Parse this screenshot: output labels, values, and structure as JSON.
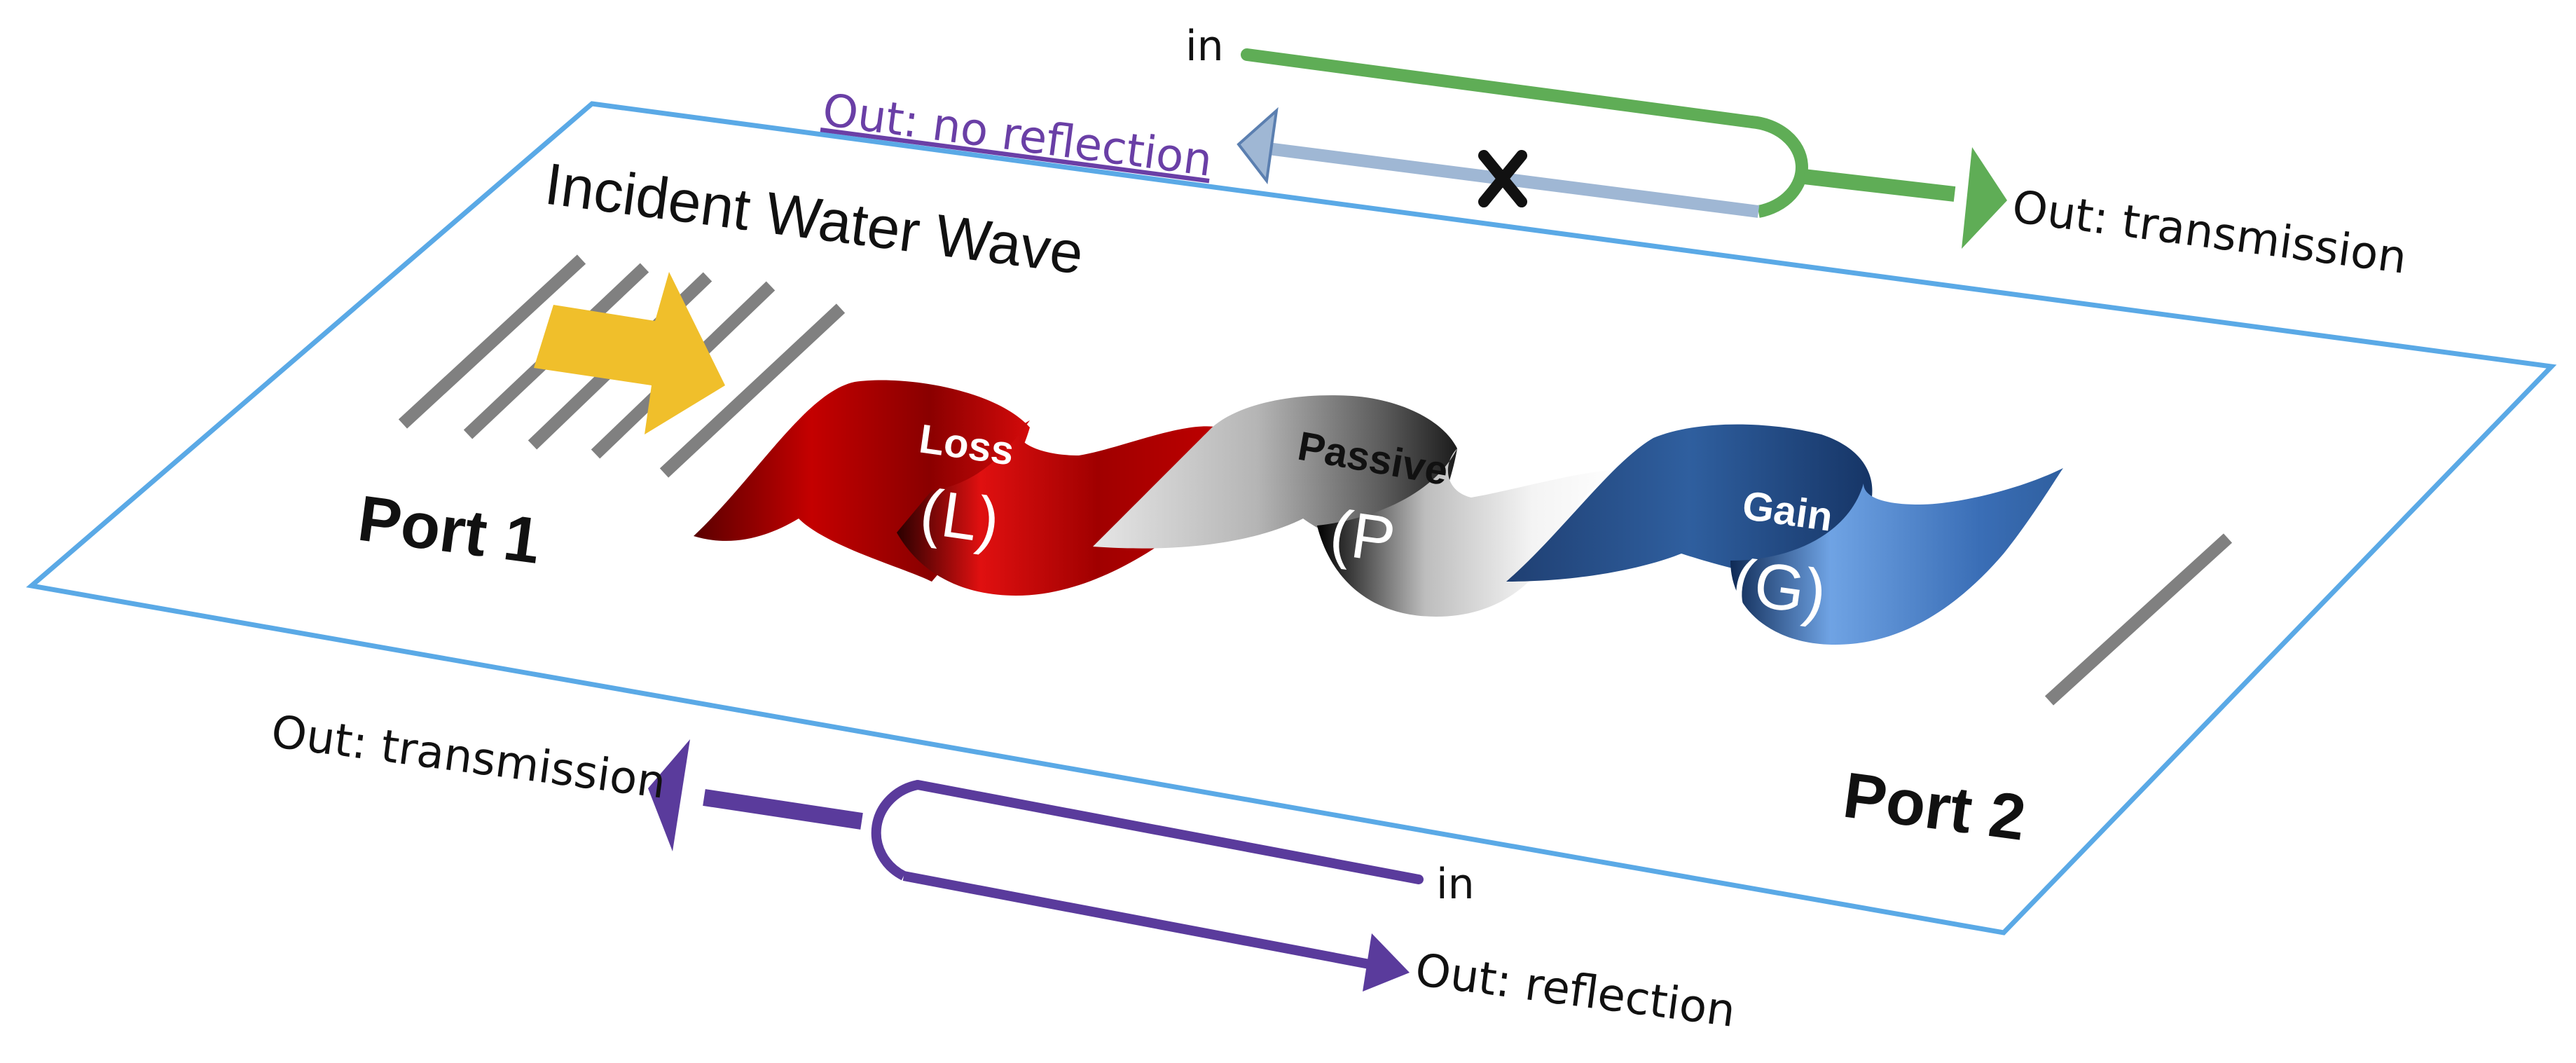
{
  "labels": {
    "top_in": "in",
    "top_out_no_reflection": "Out: no reflection",
    "top_blocked_mark": "X",
    "top_out_transmission": "Out: transmission",
    "incident_wave": "Incident Water Wave",
    "port1": "Port 1",
    "port2": "Port 2",
    "bottom_out_transmission": "Out: transmission",
    "bottom_in": "in",
    "bottom_out_reflection": "Out: reflection"
  },
  "segments": [
    {
      "name": "Loss",
      "symbol": "(L)",
      "color": "#b30000"
    },
    {
      "name": "Passive",
      "symbol": "(P",
      "color": "#9a9a9a"
    },
    {
      "name": "Gain",
      "symbol": "(G)",
      "color": "#2d5fa0"
    }
  ],
  "colors": {
    "plate_outline": "#5aa9e6",
    "top_path": "#5fad56",
    "blocked_path": "#9fb7d4",
    "bottom_path": "#5a3b9c",
    "incident_arrow": "#f0bf2b",
    "wave_lines": "#808080",
    "no_reflection_text": "#6a3fa6"
  },
  "icons": {
    "incident_arrow": "right-arrow-icon",
    "blocked_mark": "cross-icon"
  }
}
